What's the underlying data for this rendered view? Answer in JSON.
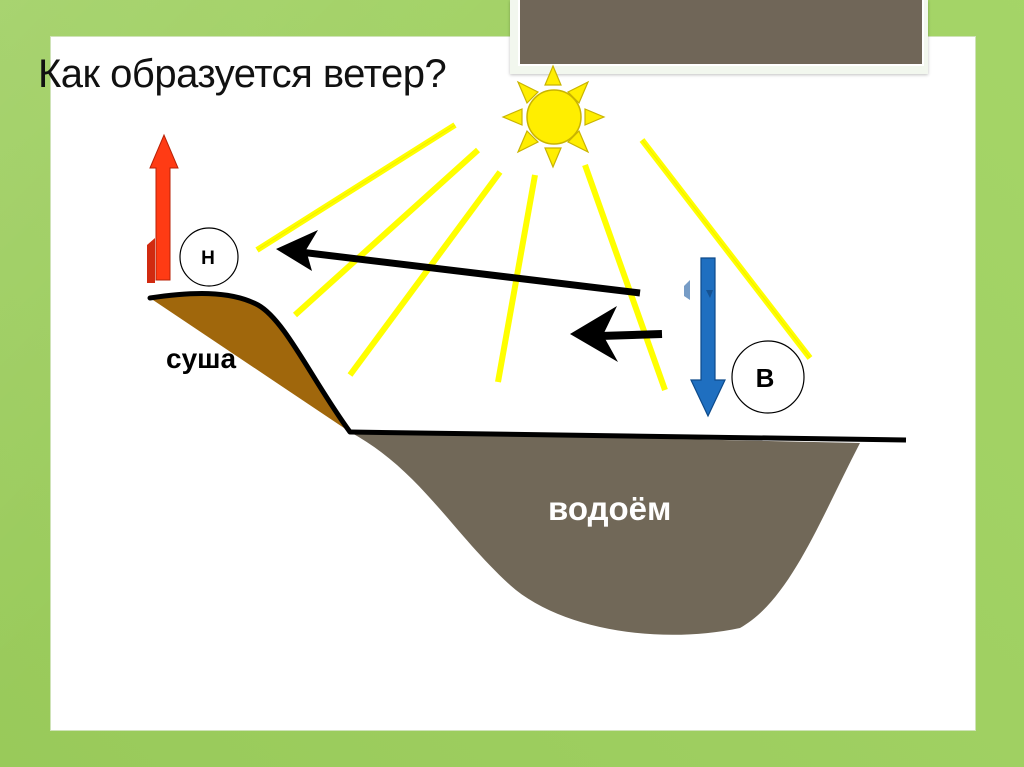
{
  "title": "Как образуется ветер?",
  "labels": {
    "land": "суша",
    "water": "водоём",
    "low_pressure": "Н",
    "high_pressure": "В"
  },
  "colors": {
    "background": "#9fd25e",
    "panel": "#ffffff",
    "header_box": "#706658",
    "sun": "#ffee00",
    "sun_rays": "#ffff00",
    "land": "#a0670c",
    "water": "#716858",
    "arrow_up": "#ff3b14",
    "arrow_down": "#1f6fc0",
    "wind_arrow": "#000000"
  },
  "icons": {
    "sun": "sun-icon",
    "rising_air": "arrow-up-icon",
    "sinking_air": "arrow-down-icon",
    "wind": "arrow-left-icon"
  }
}
